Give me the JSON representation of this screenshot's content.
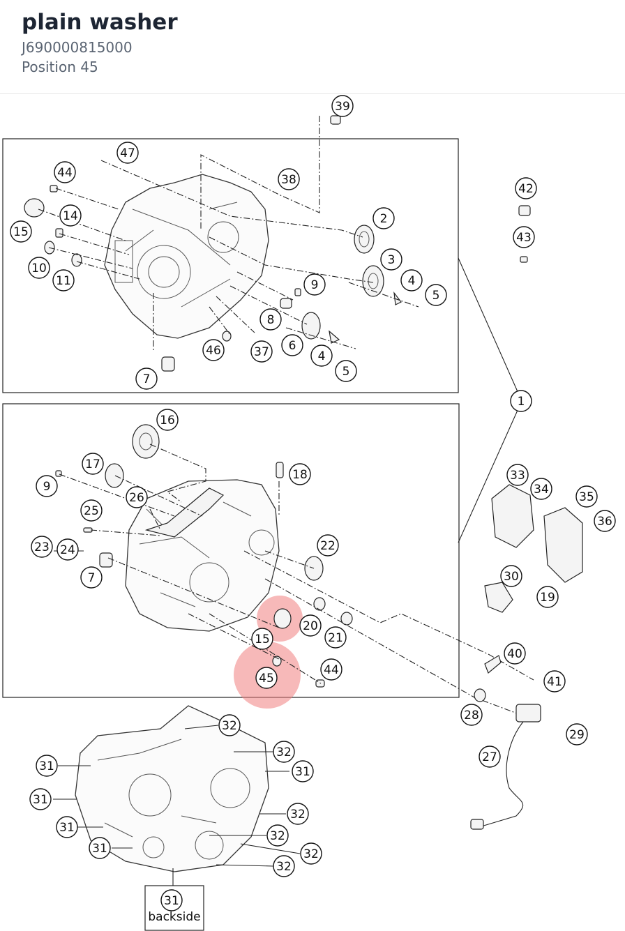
{
  "part": {
    "name": "plain washer",
    "number": "J690000815000",
    "position": "Position 45"
  },
  "diagram": {
    "highlight_color": "#f08080",
    "backside_label": "backside",
    "callouts": [
      {
        "id": "c39",
        "label": "39"
      },
      {
        "id": "c47",
        "label": "47"
      },
      {
        "id": "c44a",
        "label": "44"
      },
      {
        "id": "c38",
        "label": "38"
      },
      {
        "id": "c42",
        "label": "42"
      },
      {
        "id": "c14",
        "label": "14"
      },
      {
        "id": "c15a",
        "label": "15"
      },
      {
        "id": "c2",
        "label": "2"
      },
      {
        "id": "c43",
        "label": "43"
      },
      {
        "id": "c10",
        "label": "10"
      },
      {
        "id": "c11",
        "label": "11"
      },
      {
        "id": "c3",
        "label": "3"
      },
      {
        "id": "c9a",
        "label": "9"
      },
      {
        "id": "c4a",
        "label": "4"
      },
      {
        "id": "c5a",
        "label": "5"
      },
      {
        "id": "c8",
        "label": "8"
      },
      {
        "id": "c6",
        "label": "6"
      },
      {
        "id": "c46",
        "label": "46"
      },
      {
        "id": "c37",
        "label": "37"
      },
      {
        "id": "c4b",
        "label": "4"
      },
      {
        "id": "c5b",
        "label": "5"
      },
      {
        "id": "c7a",
        "label": "7"
      },
      {
        "id": "c1",
        "label": "1"
      },
      {
        "id": "c16",
        "label": "16"
      },
      {
        "id": "c17",
        "label": "17"
      },
      {
        "id": "c18",
        "label": "18"
      },
      {
        "id": "c9b",
        "label": "9"
      },
      {
        "id": "c26",
        "label": "26"
      },
      {
        "id": "c33",
        "label": "33"
      },
      {
        "id": "c34",
        "label": "34"
      },
      {
        "id": "c35",
        "label": "35"
      },
      {
        "id": "c25",
        "label": "25"
      },
      {
        "id": "c36",
        "label": "36"
      },
      {
        "id": "c22",
        "label": "22"
      },
      {
        "id": "c23",
        "label": "23"
      },
      {
        "id": "c24",
        "label": "24"
      },
      {
        "id": "c7b",
        "label": "7"
      },
      {
        "id": "c30",
        "label": "30"
      },
      {
        "id": "c19",
        "label": "19"
      },
      {
        "id": "c20",
        "label": "20"
      },
      {
        "id": "c21",
        "label": "21"
      },
      {
        "id": "c15b",
        "label": "15"
      },
      {
        "id": "c40",
        "label": "40"
      },
      {
        "id": "c44b",
        "label": "44"
      },
      {
        "id": "c45",
        "label": "45"
      },
      {
        "id": "c41",
        "label": "41"
      },
      {
        "id": "c28",
        "label": "28"
      },
      {
        "id": "c29",
        "label": "29"
      },
      {
        "id": "c32a",
        "label": "32"
      },
      {
        "id": "c27",
        "label": "27"
      },
      {
        "id": "c32b",
        "label": "32"
      },
      {
        "id": "c31a",
        "label": "31"
      },
      {
        "id": "c31b",
        "label": "31"
      },
      {
        "id": "c31c",
        "label": "31"
      },
      {
        "id": "c32c",
        "label": "32"
      },
      {
        "id": "c31d",
        "label": "31"
      },
      {
        "id": "c32d",
        "label": "32"
      },
      {
        "id": "c31e",
        "label": "31"
      },
      {
        "id": "c32e",
        "label": "32"
      },
      {
        "id": "c32f",
        "label": "32"
      },
      {
        "id": "c31f",
        "label": "31"
      }
    ]
  }
}
